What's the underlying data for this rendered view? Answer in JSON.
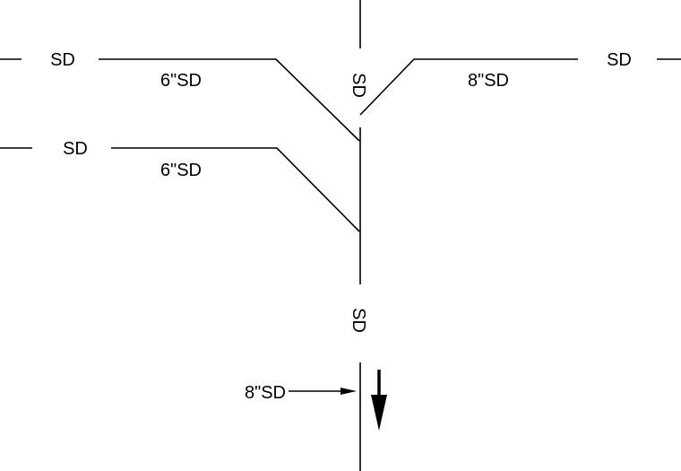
{
  "labels": {
    "sd_top_left": "SD",
    "pipe_upper_left": "6\"SD",
    "sd_vertical_top": "SD",
    "pipe_upper_right": "8\"SD",
    "sd_top_right": "SD",
    "sd_middle_left": "SD",
    "pipe_lower_left": "6\"SD",
    "sd_vertical_bottom": "SD",
    "pipe_outlet": "8\"SD"
  },
  "colors": {
    "line": "#000000",
    "background": "#ffffff"
  }
}
